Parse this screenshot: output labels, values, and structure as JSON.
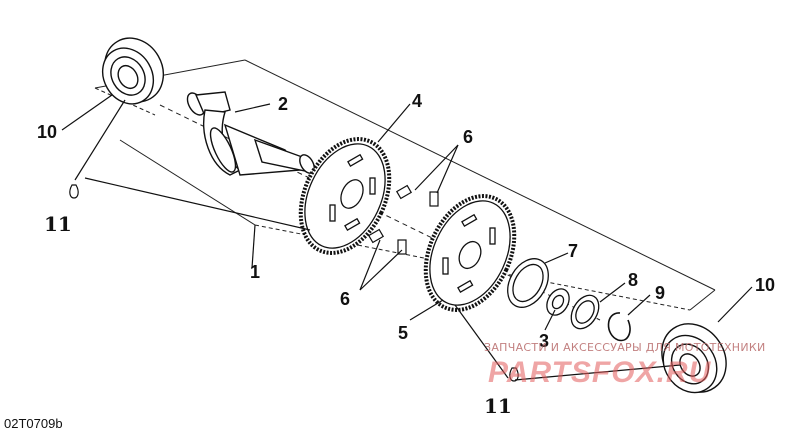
{
  "diagram": {
    "callouts": {
      "c1": "1",
      "c2": "2",
      "c3": "3",
      "c4": "4",
      "c5": "5",
      "c6a": "6",
      "c6b": "6",
      "c7": "7",
      "c8": "8",
      "c9": "9",
      "c10a": "10",
      "c10b": "10",
      "c11a": "11",
      "c11b": "11"
    },
    "drawing_code": "02T0709b"
  },
  "watermark": {
    "line1": "ЗАПЧАСТИ И АКСЕССУАРЫ ДЛЯ МОТОТЕХНИКИ",
    "line2": "PARTSFOX.RU"
  },
  "colors": {
    "ink": "#111111",
    "watermark": "#e35d5d"
  }
}
